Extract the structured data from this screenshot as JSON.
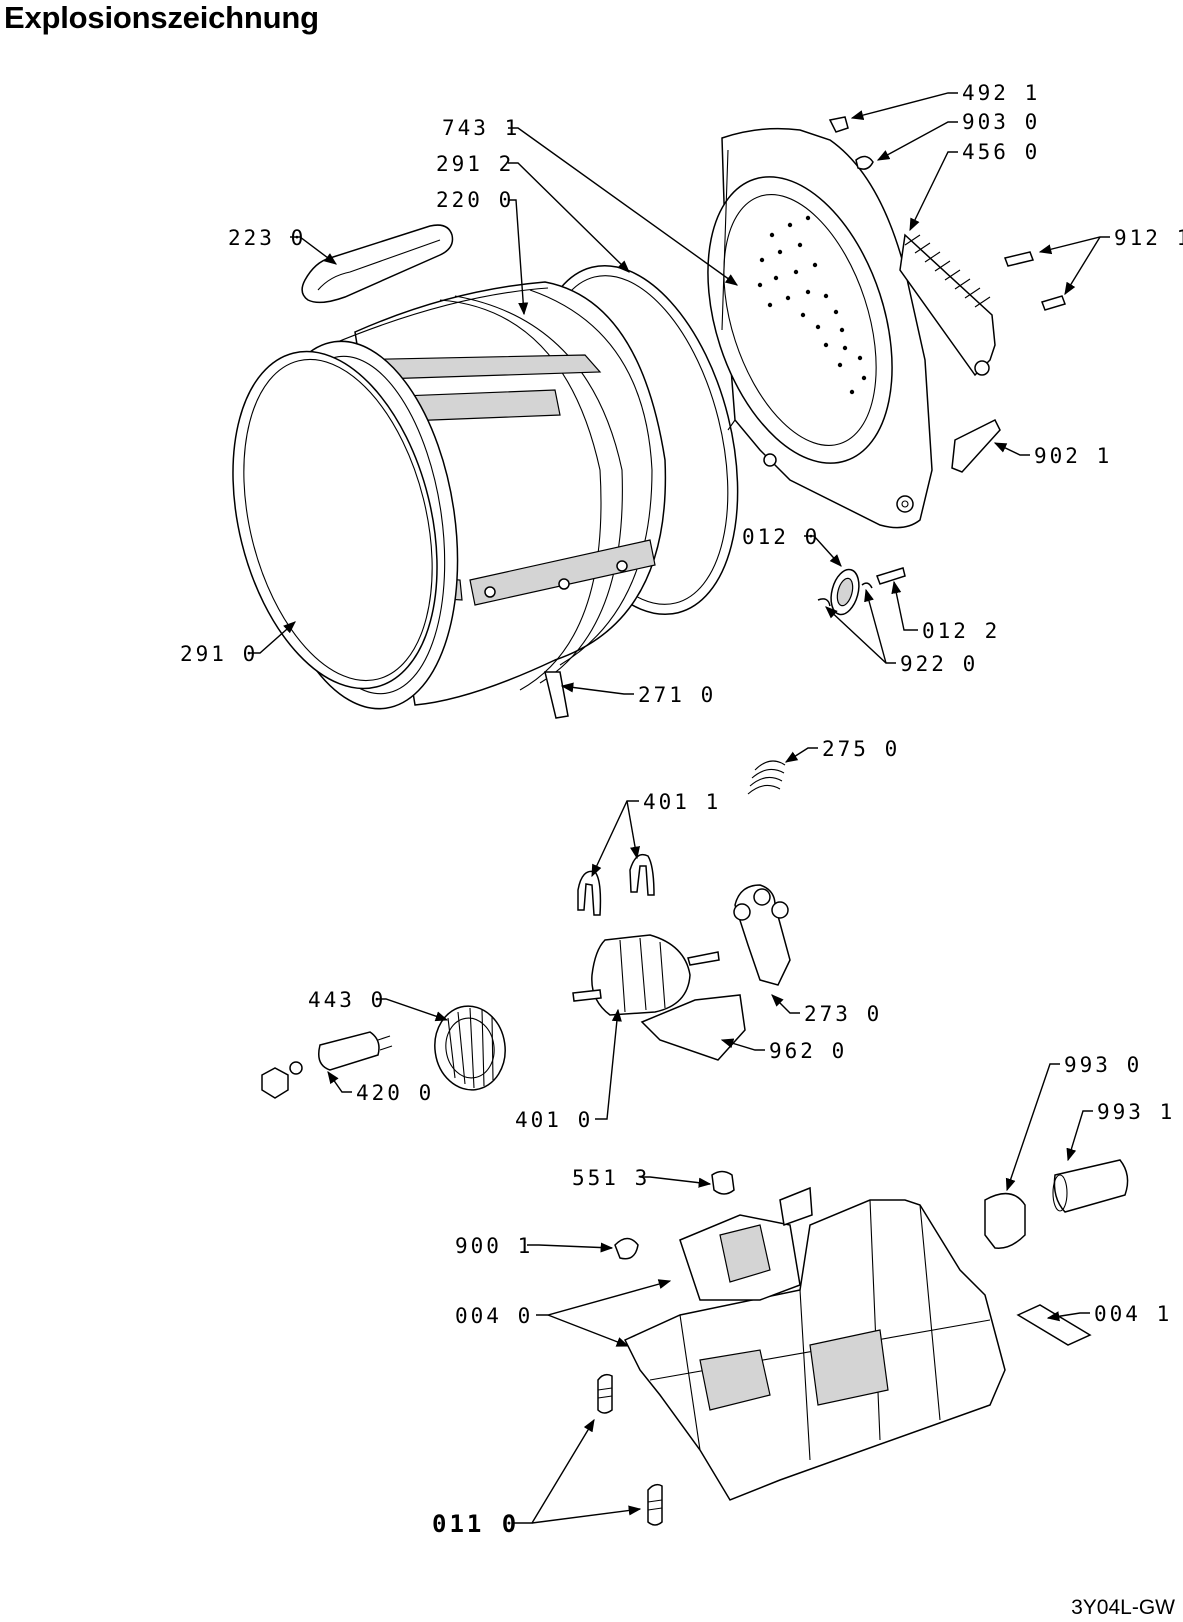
{
  "title": "Explosionszeichnung",
  "drawing_code": "3Y04L-GW",
  "labels": {
    "l4921": "492 1",
    "l9030": "903 0",
    "l4560": "456 0",
    "l7431": "743 1",
    "l2912": "291 2",
    "l2200": "220 0",
    "l2230": "223 0",
    "l9121": "912 1",
    "l9021": "902 1",
    "l0120": "012 0",
    "l0122": "012 2",
    "l9220": "922 0",
    "l2910": "291 0",
    "l2710": "271 0",
    "l2750": "275 0",
    "l4011": "401 1",
    "l4430": "443 0",
    "l2730": "273 0",
    "l9620": "962 0",
    "l4200": "420 0",
    "l4010": "401 0",
    "l9930": "993 0",
    "l9931": "993 1",
    "l5513": "551 3",
    "l9001": "900 1",
    "l0040": "004 0",
    "l0041": "004 1",
    "l0110": "011 0"
  }
}
